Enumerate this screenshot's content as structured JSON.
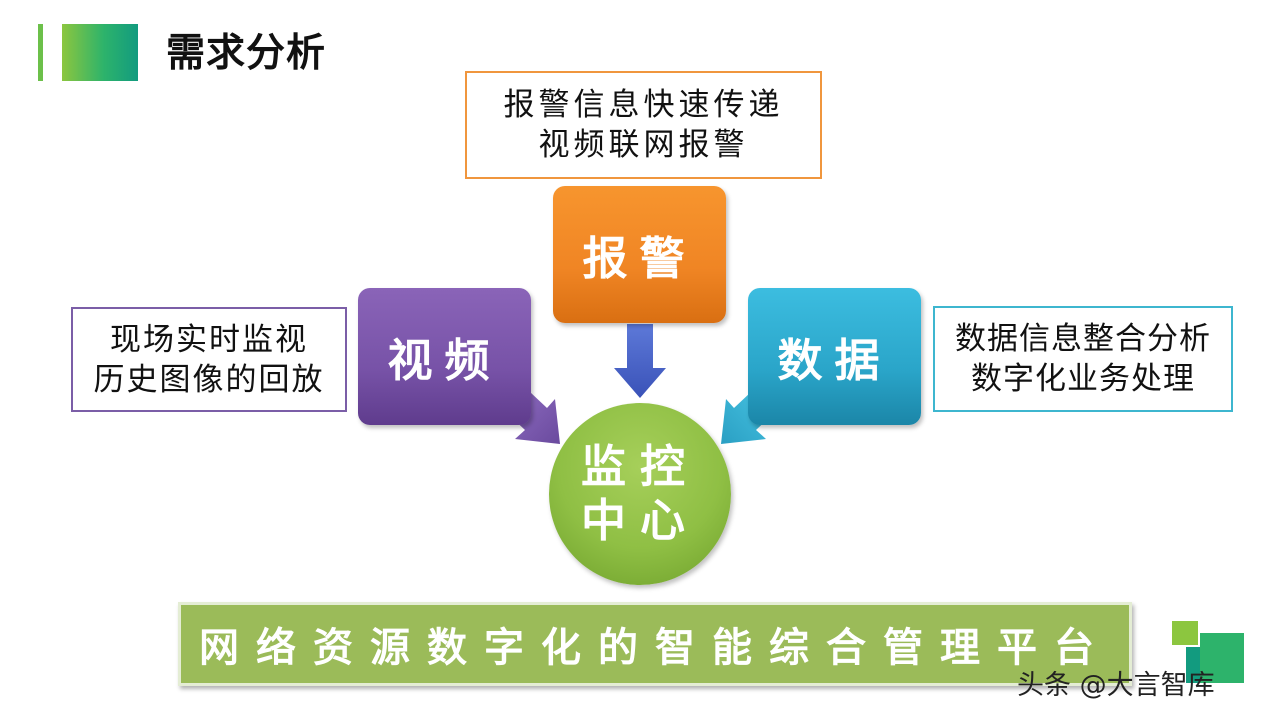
{
  "header": {
    "title": "需求分析"
  },
  "alarm": {
    "label": "报警",
    "desc": [
      "报警信息快速传递",
      "视频联网报警"
    ]
  },
  "video": {
    "label": "视频",
    "desc": [
      "现场实时监视",
      "历史图像的回放"
    ]
  },
  "data": {
    "label": "数据",
    "desc": [
      "数据信息整合分析",
      "数字化业务处理"
    ]
  },
  "center": {
    "lines": [
      "监控",
      "中心"
    ]
  },
  "banner": {
    "text": "网络资源数字化的智能综合管理平台"
  },
  "watermark": {
    "text": "头条 @大言智库"
  },
  "colors": {
    "alarm": "#f08524",
    "video": "#7752a7",
    "data": "#2aa5c9",
    "center": "#8fbf44",
    "banner": "#9bbb59",
    "accent": "#2db36b"
  }
}
